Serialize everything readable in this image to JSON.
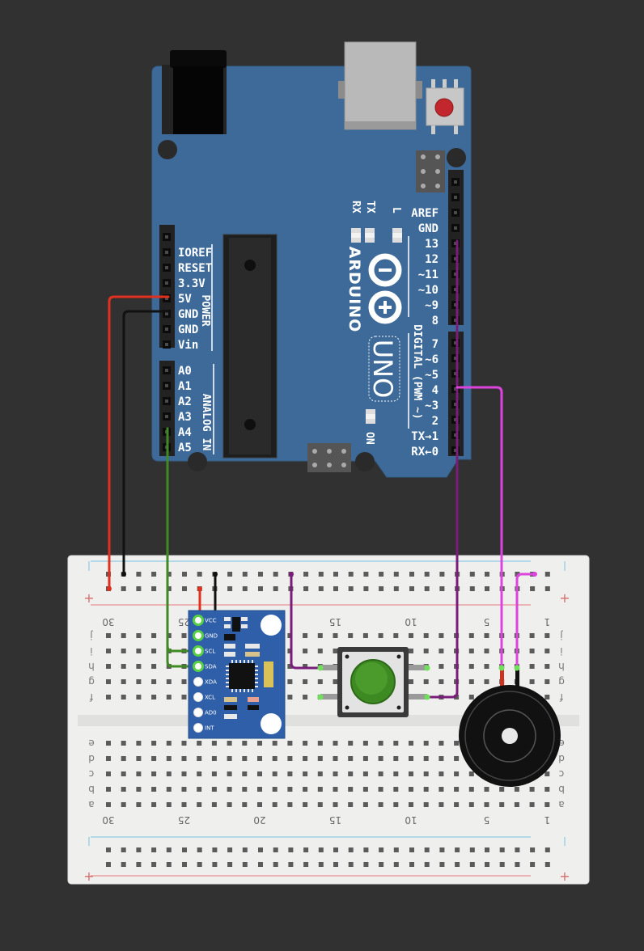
{
  "arduino": {
    "brand": "ARDUINO",
    "model": "UNO",
    "power_group": "POWER",
    "analog_group": "ANALOG IN",
    "digital_group": "DIGITAL (PWM ~)",
    "on_led": "ON",
    "tx_led": "TX",
    "rx_led": "RX",
    "l_led": "L",
    "power_pins": [
      "IOREF",
      "RESET",
      "3.3V",
      "5V",
      "GND",
      "GND",
      "Vin"
    ],
    "analog_pins": [
      "A0",
      "A1",
      "A2",
      "A3",
      "A4",
      "A5"
    ],
    "digital_top": [
      "AREF",
      "GND",
      "13",
      "12",
      "~11",
      "~10",
      "~9",
      "8"
    ],
    "digital_bottom": [
      "7",
      "~6",
      "~5",
      "4",
      "~3",
      "2",
      "TX→1",
      "RX←0"
    ]
  },
  "breadboard": {
    "column_numbers": [
      "30",
      "25",
      "20",
      "15",
      "10",
      "5",
      "1"
    ],
    "rows_top": [
      "j",
      "i",
      "h",
      "g",
      "f"
    ],
    "rows_bottom": [
      "e",
      "d",
      "c",
      "b",
      "a"
    ],
    "plus": "+"
  },
  "sensor": {
    "pins": [
      "VCC",
      "GND",
      "SCL",
      "SDA",
      "XDA",
      "XCL",
      "AD0",
      "INT"
    ]
  },
  "colors": {
    "background": "#313131",
    "board": "#3d6a98",
    "wire_5v": "#e0301e",
    "wire_gnd": "#111111",
    "wire_scl_sda": "#3f8a22",
    "wire_button": "#7a1d7a",
    "wire_buzzer": "#dd44dd",
    "button_cap": "#3d8a22"
  }
}
